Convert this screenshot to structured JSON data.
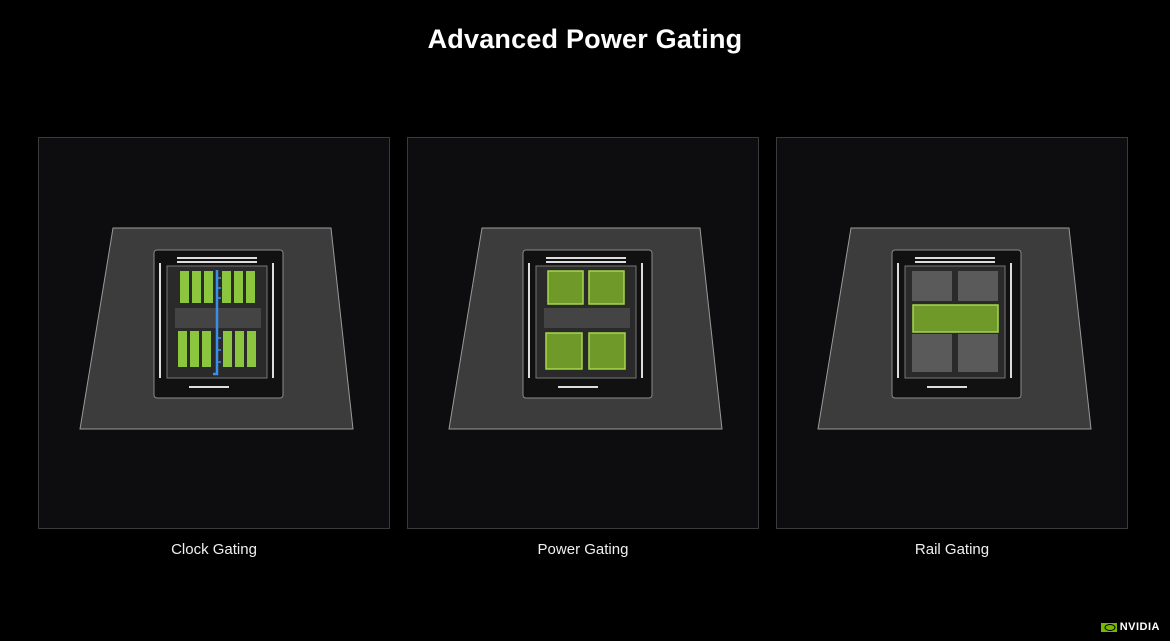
{
  "slide": {
    "title": "Advanced Power Gating"
  },
  "panels": [
    {
      "label": "Clock Gating",
      "highlight": "clock-tree",
      "highlight_color": "#3a8fe8"
    },
    {
      "label": "Power Gating",
      "highlight": "four-gpc-blocks",
      "highlight_color": "#8cc63f"
    },
    {
      "label": "Rail Gating",
      "highlight": "center-band",
      "highlight_color": "#8cc63f"
    }
  ],
  "branding": {
    "logo_text": "NVIDIA",
    "logo_color": "#76b900"
  }
}
